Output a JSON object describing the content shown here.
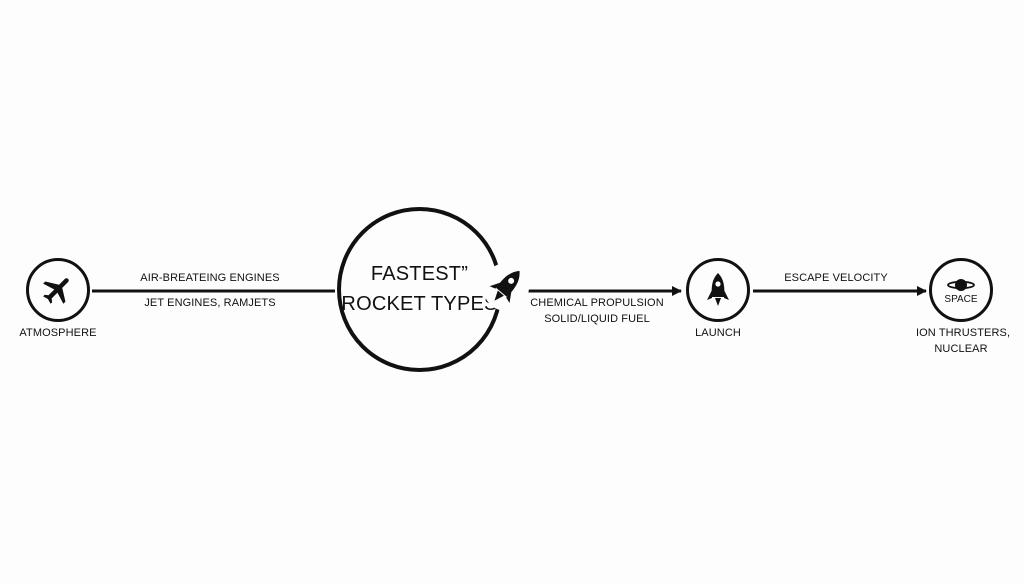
{
  "diagram": {
    "center": {
      "line1": "FASTEST”",
      "line2": "ROCKET TYPES",
      "icon": "rocket-icon"
    },
    "atmosphere": {
      "label": "ATMOSPHERE",
      "icon": "airplane-icon"
    },
    "air_breathing": {
      "line1": "AIR-BREATEING ENGINES",
      "line2": "JET ENGINES, RAMJETS"
    },
    "chemical": {
      "line1": "CHEMICAL PROPULSION",
      "line2": "SOLID/LIQUID FUEL"
    },
    "launch": {
      "label": "LAUNCH",
      "icon": "rocket-icon"
    },
    "escape": {
      "label": "ESCAPE VELOCITY"
    },
    "space": {
      "inner_label": "SPACE",
      "label_line1": "ION THRUSTERS,",
      "label_line2": "NUCLEAR",
      "icon": "planet-icon"
    },
    "colors": {
      "stroke": "#111111",
      "background": "#fdfdfd"
    }
  }
}
